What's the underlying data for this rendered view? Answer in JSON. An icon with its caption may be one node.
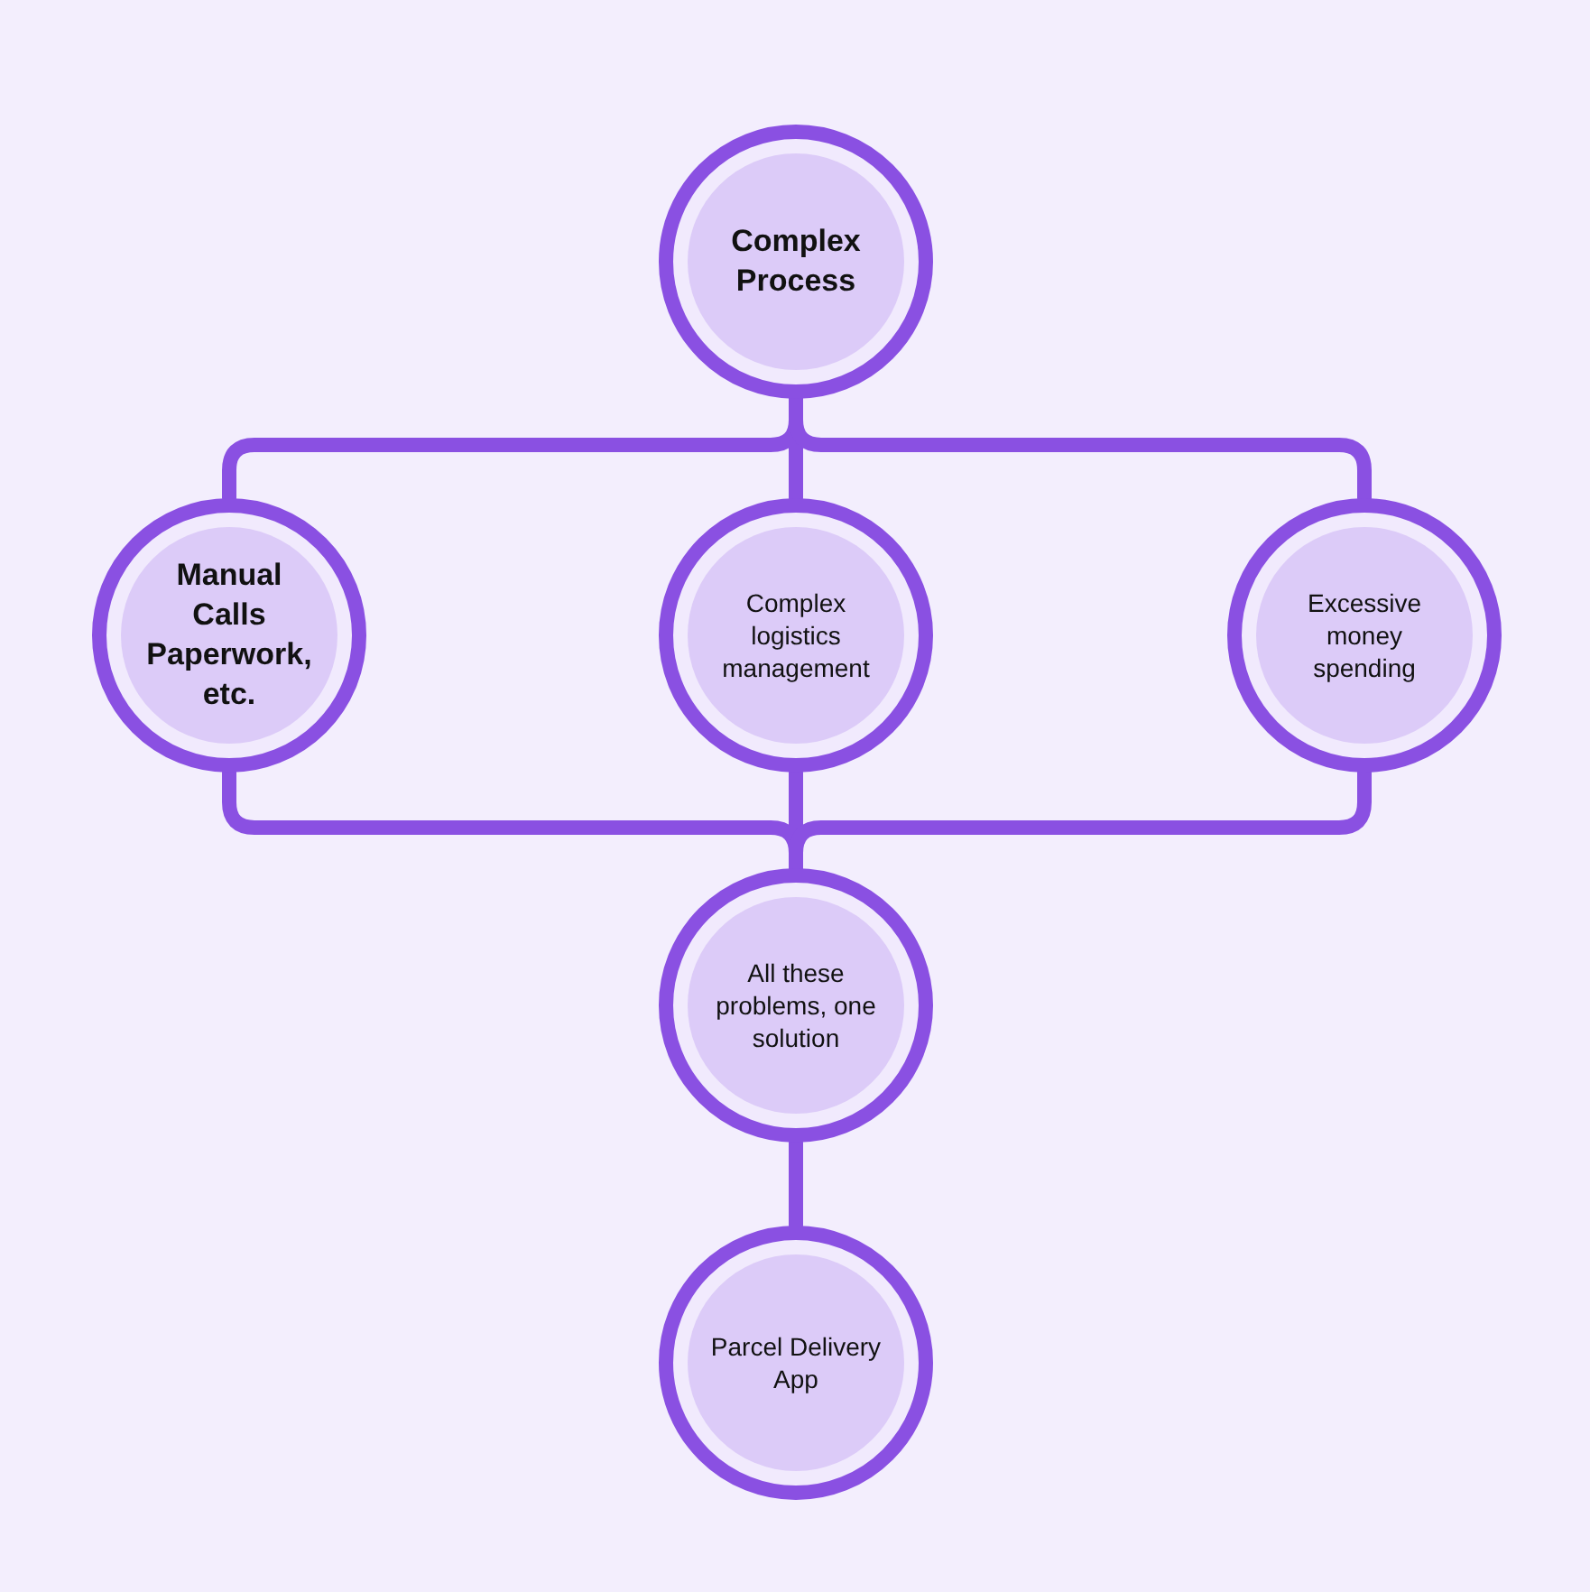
{
  "diagram": {
    "nodes": [
      {
        "text": [
          "Complex Process"
        ]
      },
      {
        "text": [
          "Manual Calls Paperwork, etc."
        ]
      },
      {
        "text": [
          "Complex logistics management"
        ]
      },
      {
        "text": [
          "Excessive money spending"
        ]
      },
      {
        "text": [
          "All these problems, one solution"
        ]
      },
      {
        "text": [
          "Parcel Delivery App"
        ]
      }
    ],
    "edges": [
      {
        "from": 0,
        "to": 1,
        "arrow": "none"
      },
      {
        "from": 0,
        "to": 2,
        "arrow": "none"
      },
      {
        "from": 0,
        "to": 3,
        "arrow": "none"
      },
      {
        "from": 1,
        "to": 4,
        "arrow": "none"
      },
      {
        "from": 2,
        "to": 4,
        "arrow": "none"
      },
      {
        "from": 3,
        "to": 4,
        "arrow": "none"
      },
      {
        "from": 4,
        "to": 5,
        "arrow": "none"
      }
    ]
  }
}
